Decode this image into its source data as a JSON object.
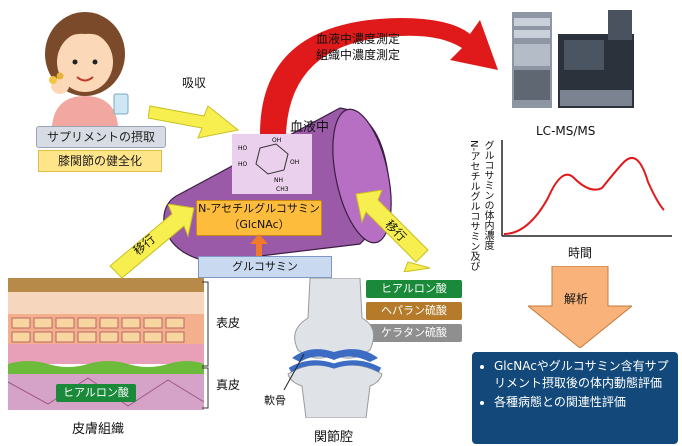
{
  "person_box": {
    "label1": "サプリメントの摂取",
    "label2": "膝関節の健全化"
  },
  "absorb_label": "吸収",
  "blood_label": "血液中",
  "measure": {
    "line1": "血液中濃度測定",
    "line2": "組織中濃度測定"
  },
  "glcnac_box": {
    "line1": "N-アセチルグルコサミン",
    "line2": "（GlcNAc）"
  },
  "glucosamine_label": "グルコサミン",
  "transfer_left": "移行",
  "transfer_right": "移行",
  "lcms_label": "LC-MS/MS",
  "graph": {
    "ylabel_line1": "N-アセチルグルコサミン及び",
    "ylabel_line2": "グルコサミンの体内濃度",
    "xlabel": "時間"
  },
  "analysis_label": "解析",
  "joint_boxes": {
    "hyaluronic": "ヒアルロン酸",
    "heparan": "ヘパラン硫酸",
    "keratan": "ケラタン硫酸"
  },
  "skin": {
    "epidermis": "表皮",
    "dermis": "真皮",
    "hyaluronic": "ヒアルロン酸",
    "title": "皮膚組織"
  },
  "joint": {
    "cartilage": "軟骨",
    "title": "関節腔"
  },
  "summary": {
    "item1": "GlcNAcやグルコサミン含有サプリメント摂取後の体内動態評価",
    "item2": "各種病態との関連性評価"
  },
  "colors": {
    "blood_purple": "#9b5aa8",
    "arrow_yellow": "#f7ef4f",
    "arrow_red": "#e01a1a",
    "summary_blue": "#12497a",
    "analysis_orange": "#f8b27a"
  }
}
